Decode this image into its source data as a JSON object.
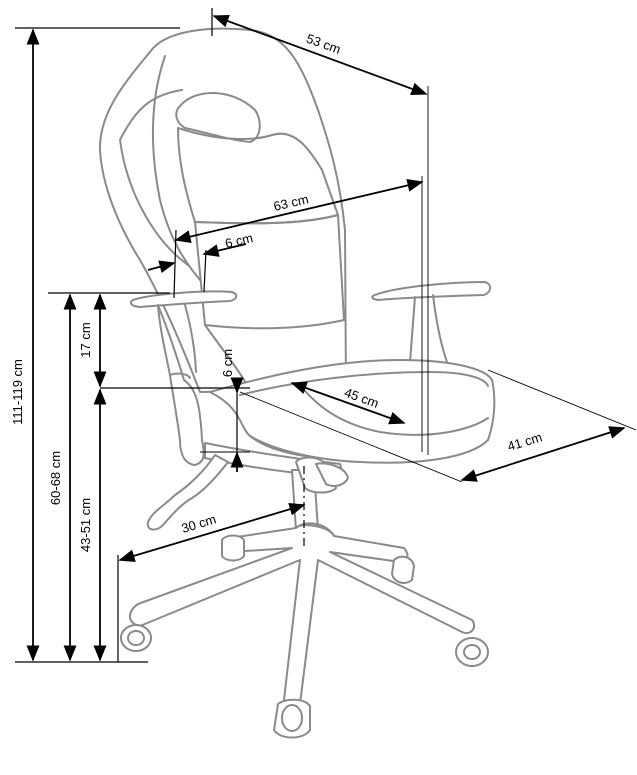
{
  "colors": {
    "outline": "#8a8a8a",
    "dimension": "#000000",
    "background": "#ffffff"
  },
  "dimensions": {
    "total_height": "111-119 cm",
    "armrest_height": "60-68 cm",
    "seat_height": "43-51 cm",
    "backrest_width": "53 cm",
    "overall_width": "63 cm",
    "armrest_width": "6 cm",
    "armrest_above_seat": "17 cm",
    "seat_thickness": "6 cm",
    "seat_width": "45 cm",
    "seat_depth": "41 cm",
    "base_radius": "30 cm"
  }
}
